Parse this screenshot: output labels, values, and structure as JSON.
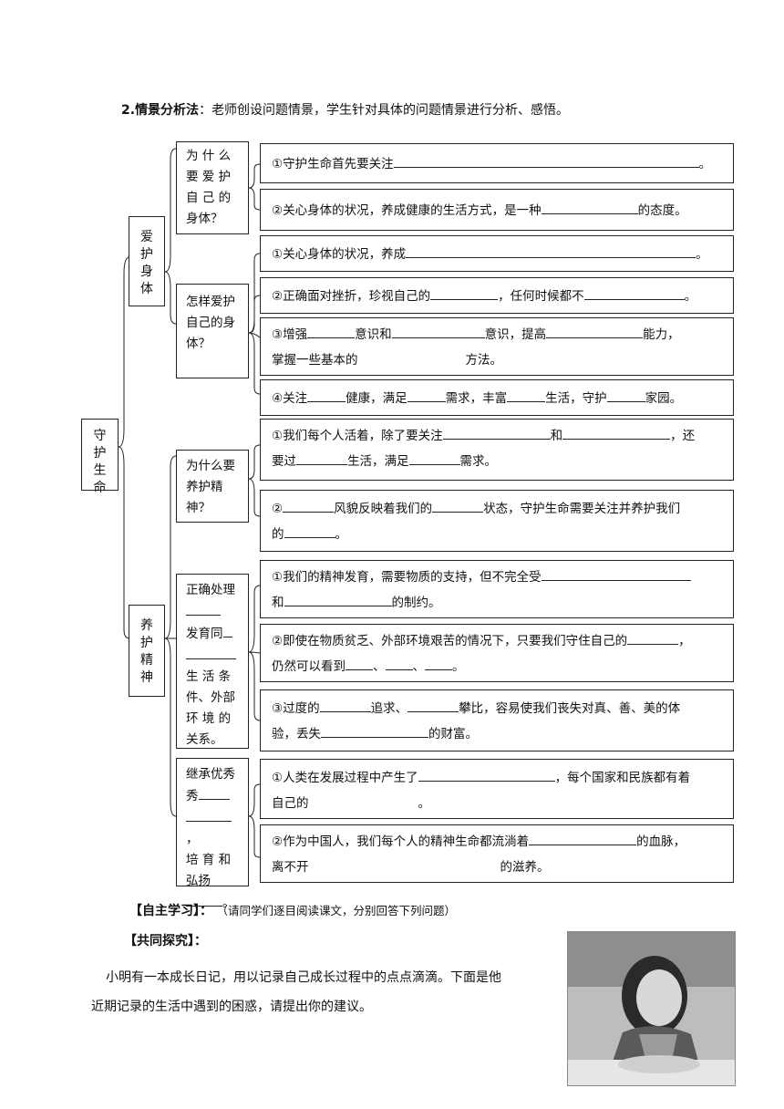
{
  "heading": {
    "num": "2.",
    "bold": "情景分析法",
    "colon": "：",
    "text": "老师创设问题情景，学生针对具体的问题情景进行分析、感悟。"
  },
  "root": "守护生命",
  "branch1": "爱护身体",
  "branch2": "养护精神",
  "q1": "为 什 么 要 爱 护 自 己 的 身体？",
  "q2": "怎样爱护自己的身体？",
  "q3": "为什么要养护精神？",
  "q4": {
    "a": "正确处理",
    "b": "发育同",
    "c": "生 活 条件、外部环 境 的关系。"
  },
  "q5": {
    "a": "继承优秀",
    "b": "，",
    "c": "培 育 和弘扬",
    "d": "。"
  },
  "items": {
    "i1": {
      "a": "①守护生命首先要关注",
      "b": "。"
    },
    "i2": {
      "a": "②关心身体的状况，养成健康的生活方式，是一种",
      "b": "的态度。"
    },
    "i3": {
      "a": "①关心身体的状况，养成",
      "b": "。"
    },
    "i4": {
      "a": "②正确面对挫折，珍视自己的",
      "b": "，任何时候都不",
      "c": "。"
    },
    "i5": {
      "a": "③增强",
      "b": "意识和",
      "c": "意识，提高",
      "d": "能力，",
      "e": "掌握一些基本的",
      "f": "方法。"
    },
    "i6": {
      "a": "④关注",
      "b": "健康，满足",
      "c": "需求，丰富",
      "d": "生活，守护",
      "e": "家园。"
    },
    "i7": {
      "a": "①我们每个人活着，除了要关注",
      "b": "和",
      "c": "，还",
      "d": "要过",
      "e": "生活，满足",
      "f": "需求。"
    },
    "i8": {
      "a": "②",
      "b": "风貌反映着我们的",
      "c": "状态，守护生命需要关注并养护我们",
      "d": "的",
      "e": "。"
    },
    "i9": {
      "a": "①我们的精神发育，需要物质的支持，但不完全受",
      "b": "和",
      "c": "的制约。"
    },
    "i10": {
      "a": "②即使在物质贫乏、外部环境艰苦的情况下，只要我们守住自己的",
      "b": "，",
      "c": "仍然可以看到",
      "d": "、",
      "e": "、",
      "f": "。"
    },
    "i11": {
      "a": "③过度的",
      "b": "追求、",
      "c": "攀比，容易使我们丧失对真、善、美的体",
      "d": "验，丢失",
      "e": "的财富。"
    },
    "i12": {
      "a": "①人类在发展过程中产生了",
      "b": "，每个国家和民族都有着",
      "c": "自己的",
      "d": "。"
    },
    "i13": {
      "a": "②作为中国人，我们每个人的精神生命都流淌着",
      "b": "的血脉，",
      "c": "离不开",
      "d": "的滋养。"
    }
  },
  "self_study": {
    "label": "【自主学习】：",
    "text": "（请同学们逐目阅读课文，分别回答下列问题）"
  },
  "explore": {
    "label": "【共同探究】："
  },
  "para": {
    "line1": "小明有一本成长日记，用以记录自己成长过程中的点点滴滴。下面是他",
    "line2": "近期记录的生活中遇到的困惑，请提出你的建议。"
  }
}
